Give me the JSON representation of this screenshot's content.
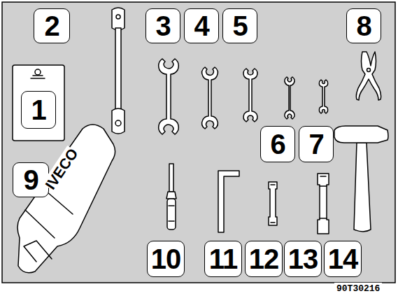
{
  "diagram": {
    "nodes": [
      {
        "text": [
          "1"
        ]
      },
      {
        "text": [
          "2"
        ]
      },
      {
        "text": [
          "3"
        ]
      },
      {
        "text": [
          "4"
        ]
      },
      {
        "text": [
          "5"
        ]
      },
      {
        "text": [
          "6"
        ]
      },
      {
        "text": [
          "7"
        ]
      },
      {
        "text": [
          "8"
        ]
      },
      {
        "text": [
          "9"
        ]
      },
      {
        "text": [
          "10"
        ]
      },
      {
        "text": [
          "11"
        ]
      },
      {
        "text": [
          "12"
        ]
      },
      {
        "text": [
          "13"
        ]
      },
      {
        "text": [
          "14"
        ]
      }
    ],
    "labels": [
      "IVECO",
      "90T30216"
    ]
  }
}
